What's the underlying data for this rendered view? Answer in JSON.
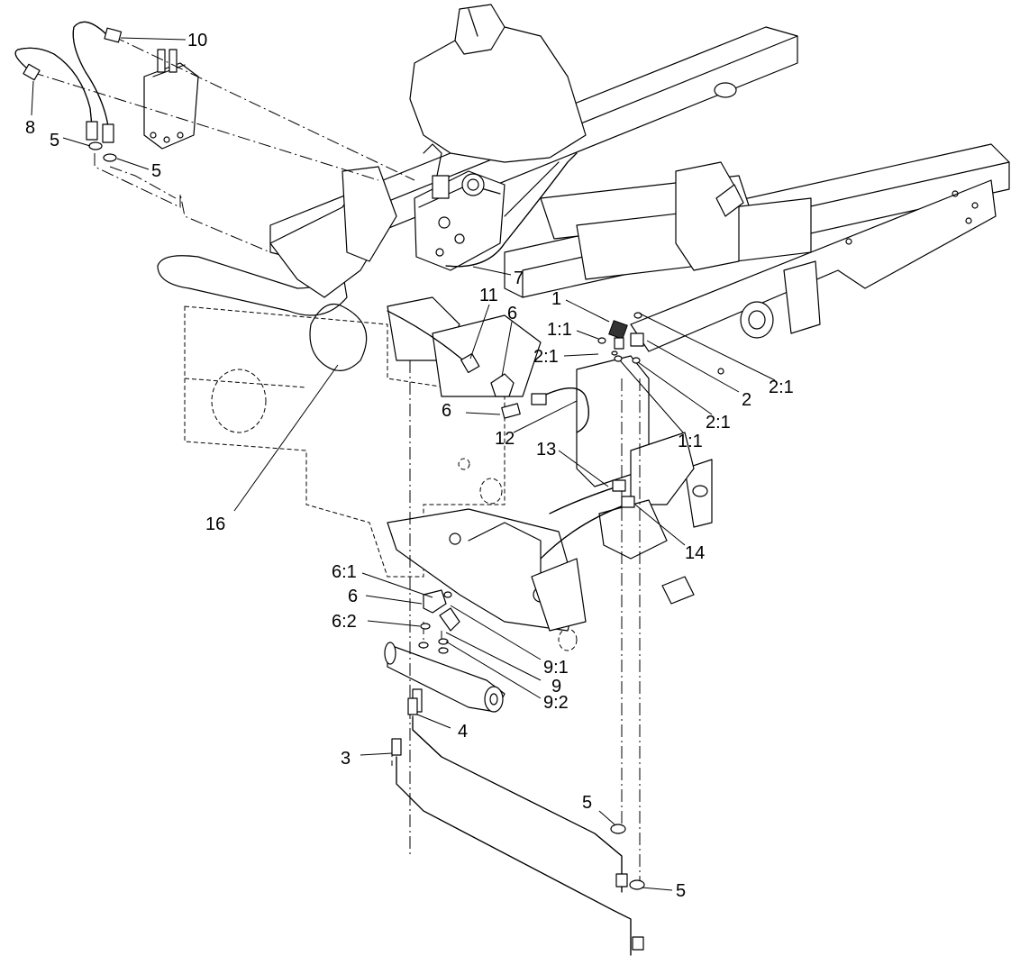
{
  "callouts": [
    {
      "id": "c10",
      "label": "10"
    },
    {
      "id": "c8",
      "label": "8"
    },
    {
      "id": "c5a",
      "label": "5"
    },
    {
      "id": "c5b",
      "label": "5"
    },
    {
      "id": "c7",
      "label": "7"
    },
    {
      "id": "c11",
      "label": "11"
    },
    {
      "id": "c6a",
      "label": "6"
    },
    {
      "id": "c1",
      "label": "1"
    },
    {
      "id": "c1_1a",
      "label": "1:1"
    },
    {
      "id": "c2_1a",
      "label": "2:1"
    },
    {
      "id": "c2_1b",
      "label": "2:1"
    },
    {
      "id": "c2",
      "label": "2"
    },
    {
      "id": "c2_1c",
      "label": "2:1"
    },
    {
      "id": "c1_1b",
      "label": "1:1"
    },
    {
      "id": "c6b",
      "label": "6"
    },
    {
      "id": "c12",
      "label": "12"
    },
    {
      "id": "c13",
      "label": "13"
    },
    {
      "id": "c16",
      "label": "16"
    },
    {
      "id": "c14",
      "label": "14"
    },
    {
      "id": "c6_1",
      "label": "6:1"
    },
    {
      "id": "c6c",
      "label": "6"
    },
    {
      "id": "c6_2",
      "label": "6:2"
    },
    {
      "id": "c9_1",
      "label": "9:1"
    },
    {
      "id": "c9",
      "label": "9"
    },
    {
      "id": "c9_2",
      "label": "9:2"
    },
    {
      "id": "c4",
      "label": "4"
    },
    {
      "id": "c3",
      "label": "3"
    },
    {
      "id": "c5c",
      "label": "5"
    },
    {
      "id": "c5d",
      "label": "5"
    }
  ]
}
